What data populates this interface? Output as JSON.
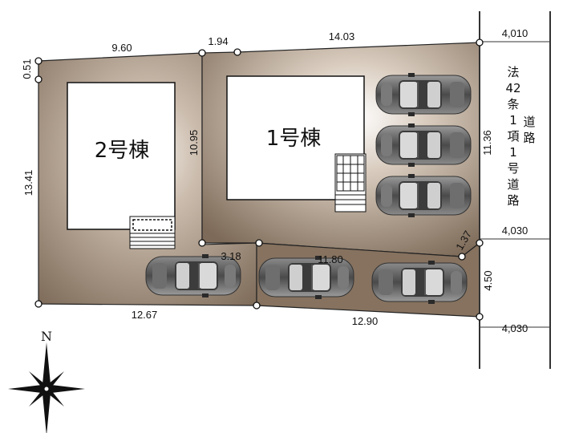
{
  "buildings": [
    {
      "label": "2号棟"
    },
    {
      "label": "1号棟"
    }
  ],
  "dimensions": {
    "top_left": "9.60",
    "top_mid": "1.94",
    "top_right": "14.03",
    "corner": "0.51",
    "left": "13.41",
    "mid_vertical": "10.95",
    "right": "11.36",
    "inner_short": "3.18",
    "inner_long": "11.80",
    "diagonal": "1.37",
    "bottom_left": "12.67",
    "bottom_right": "12.90",
    "access": "4.50"
  },
  "road": {
    "name_col1": [
      "法",
      "42",
      "条",
      "1",
      "項",
      "1",
      "号",
      "道",
      "路"
    ],
    "name_col2": [
      "道",
      "路"
    ],
    "widths": [
      "4,010",
      "4,030",
      "4,030"
    ]
  },
  "compass": {
    "north": "N"
  },
  "colors": {
    "lot": "#8a7563",
    "lot_glow": "#ffffff",
    "building": "#ffffff",
    "car": "#5a5a5a"
  }
}
